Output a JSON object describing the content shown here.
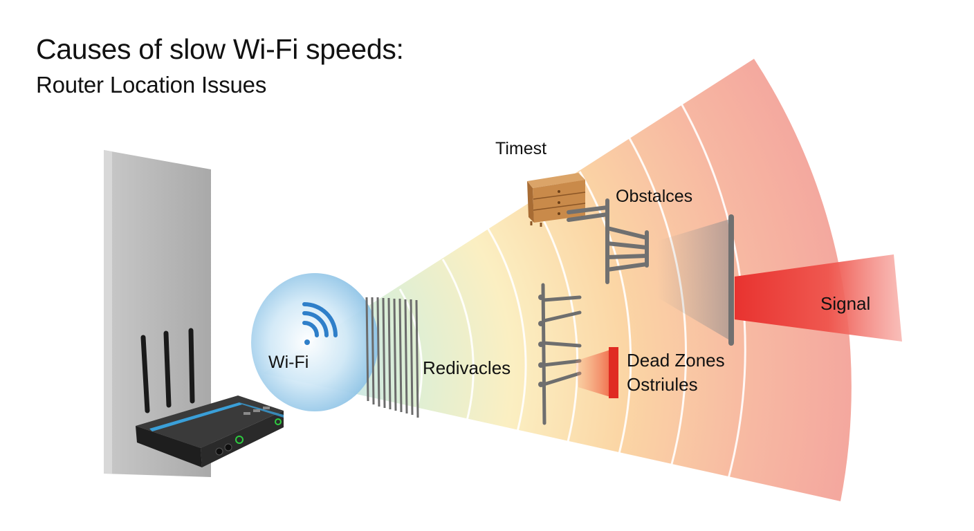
{
  "header": {
    "title": "Causes of slow Wi-Fi speeds:",
    "subtitle": "Router Location Issues"
  },
  "labels": {
    "wifi": "Wi-Fi",
    "radiators": "Redivacles",
    "cabinet": "Timest",
    "obstacles": "Obstalces",
    "dead_zones_line1": "Dead Zones",
    "dead_zones_line2": "Ostriules",
    "signal": "Signal"
  },
  "colors": {
    "wifi_blue": "#2f7fc9",
    "signal_red": "#e8322f",
    "router_body": "#232323",
    "router_stripe": "#3a9fd8",
    "router_led": "#2ecc40",
    "wall": "#b4b4b4",
    "wood": "#c98a4a"
  },
  "icons": [
    "wifi-icon",
    "router-icon",
    "cabinet-icon"
  ]
}
